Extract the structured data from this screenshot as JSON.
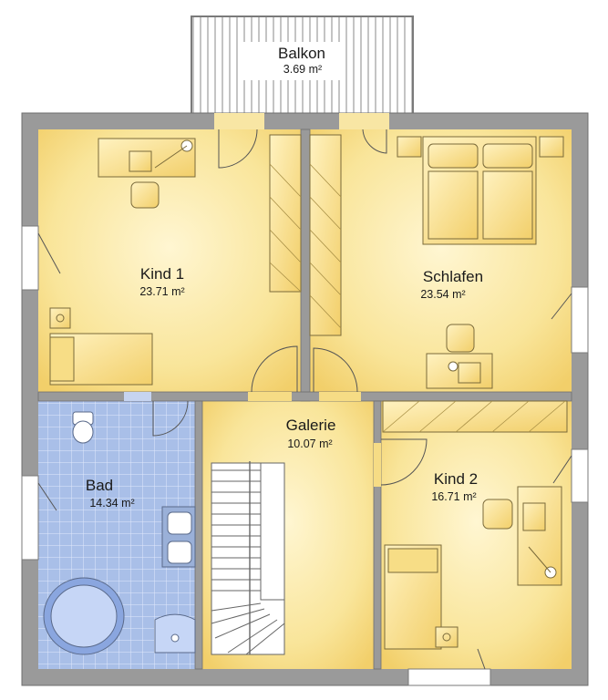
{
  "colors": {
    "wall": "#9a9a9a",
    "wall_stroke": "#6f6f6f",
    "floor_light": "#fdf3c8",
    "floor_mid": "#f7dd86",
    "floor_dark": "#f0c95e",
    "tile": "#a9bfe8",
    "tile_line": "#dfe8fb",
    "furniture_stroke": "#7a6a3a",
    "balcony": "#ffffff"
  },
  "rooms": {
    "balkon": {
      "name": "Balkon",
      "area": "3.69 m²"
    },
    "kind1": {
      "name": "Kind 1",
      "area": "23.71 m²"
    },
    "schlafen": {
      "name": "Schlafen",
      "area": "23.54 m²"
    },
    "galerie": {
      "name": "Galerie",
      "area": "10.07 m²"
    },
    "bad": {
      "name": "Bad",
      "area": "14.34 m²"
    },
    "kind2": {
      "name": "Kind 2",
      "area": "16.71 m²"
    }
  }
}
